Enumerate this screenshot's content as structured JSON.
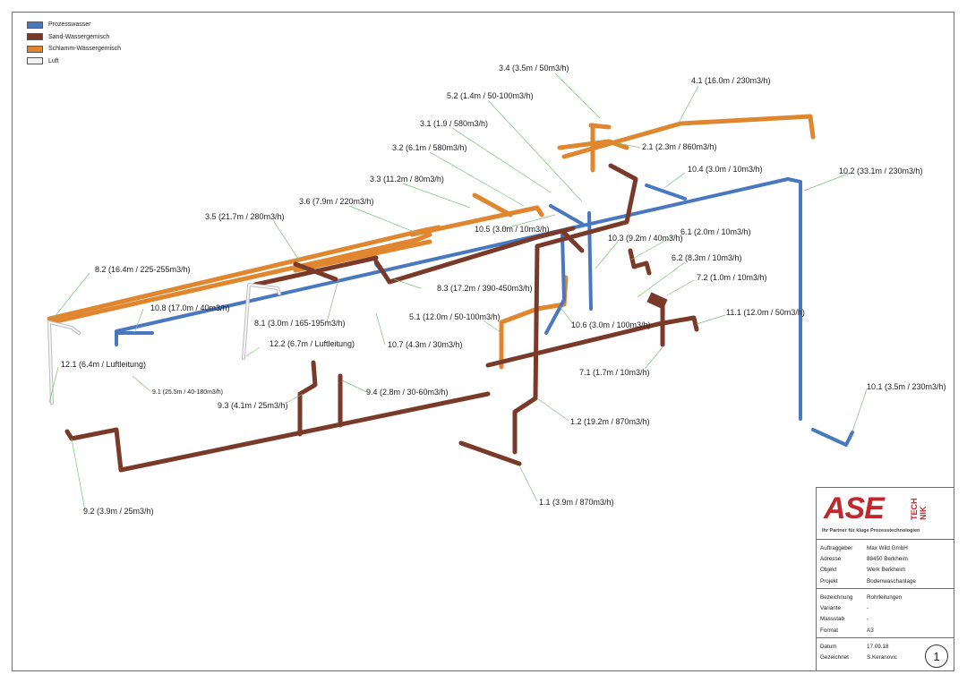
{
  "legend": [
    {
      "label": "Prozesswasser",
      "color": "#4a78c0"
    },
    {
      "label": "Sand-Wassergemisch",
      "color": "#7a3a2a"
    },
    {
      "label": "Schlamm-Wassergemisch",
      "color": "#e0862e"
    },
    {
      "label": "Luft",
      "color": "#f2f2f2"
    }
  ],
  "labels": {
    "l34": "3.4 (3.5m / 50m3/h)",
    "l41": "4.1 (16.0m / 230m3/h)",
    "l52": "5.2 (1.4m / 50-100m3/h)",
    "l31": "3.1 (1.9 / 580m3/h)",
    "l21": "2.1 (2.3m / 860m3/h)",
    "l32": "3.2 (6.1m / 580m3/h)",
    "l104": "10.4 (3.0m / 10m3/h)",
    "l102": "10.2 (33.1m / 230m3/h)",
    "l33": "3.3 (11.2m / 80m3/h)",
    "l36": "3.6 (7.9m / 220m3/h)",
    "l35": "3.5 (21.7m / 280m3/h)",
    "l105": "10.5 (3.0m / 10m3/h)",
    "l103": "10.3 (9.2m / 40m3/h)",
    "l61": "6.1 (2.0m / 10m3/h)",
    "l62": "6.2 (8.3m / 10m3/h)",
    "l82": "8.2 (16.4m / 225-255m3/h)",
    "l83": "8.3 (17.2m / 390-450m3/h)",
    "l72": "7.2 (1.0m / 10m3/h)",
    "l108": "10.8 (17.0m / 40m3/h)",
    "l81": "8.1 (3.0m / 165-195m3/h)",
    "l51": "5.1 (12.0m / 50-100m3/h)",
    "l106": "10.6 (3.0m / 100m3/h)",
    "l111": "11.1 (12.0m / 50m3/h)",
    "l122": "12.2 (6.7m / Luftleitung)",
    "l107": "10.7 (4.3m / 30m3/h)",
    "l121": "12.1 (6.4m / Luftleitung)",
    "l71": "7.1 (1.7m / 10m3/h)",
    "l91": "9.1 (25.5m / 40-180m3/h)",
    "l93": "9.3 (4.1m / 25m3/h)",
    "l94": "9.4 (2.8m / 30-60m3/h)",
    "l101": "10.1 (3.5m / 230m3/h)",
    "l12": "1.2 (19.2m / 870m3/h)",
    "l92": "9.2 (3.9m / 25m3/h)",
    "l11": "1.1 (3.9m / 870m3/h)"
  },
  "titleblock": {
    "logo": "ASE",
    "logo_side": "TECH NIK",
    "slogan": "Ihr Partner für kluge Prozesstechnologien",
    "rows1": [
      {
        "k": "Auftraggeber",
        "v": "Max Wild GmbH"
      },
      {
        "k": "Adresse",
        "v": "88450 Berkheim"
      },
      {
        "k": "Objekt",
        "v": "Werk Berkheim"
      },
      {
        "k": "Projekt",
        "v": "Bodenwaschanlage"
      }
    ],
    "rows2": [
      {
        "k": "Bezeichnung",
        "v": "Rohrleitungen"
      },
      {
        "k": "Variante",
        "v": "-"
      },
      {
        "k": "Massstab",
        "v": "-"
      },
      {
        "k": "Format",
        "v": "A3"
      }
    ],
    "rows3": [
      {
        "k": "Datum",
        "v": "17.09.18"
      },
      {
        "k": "Gezeichnet",
        "v": "S.Keranovic"
      }
    ],
    "sheet": "1"
  }
}
